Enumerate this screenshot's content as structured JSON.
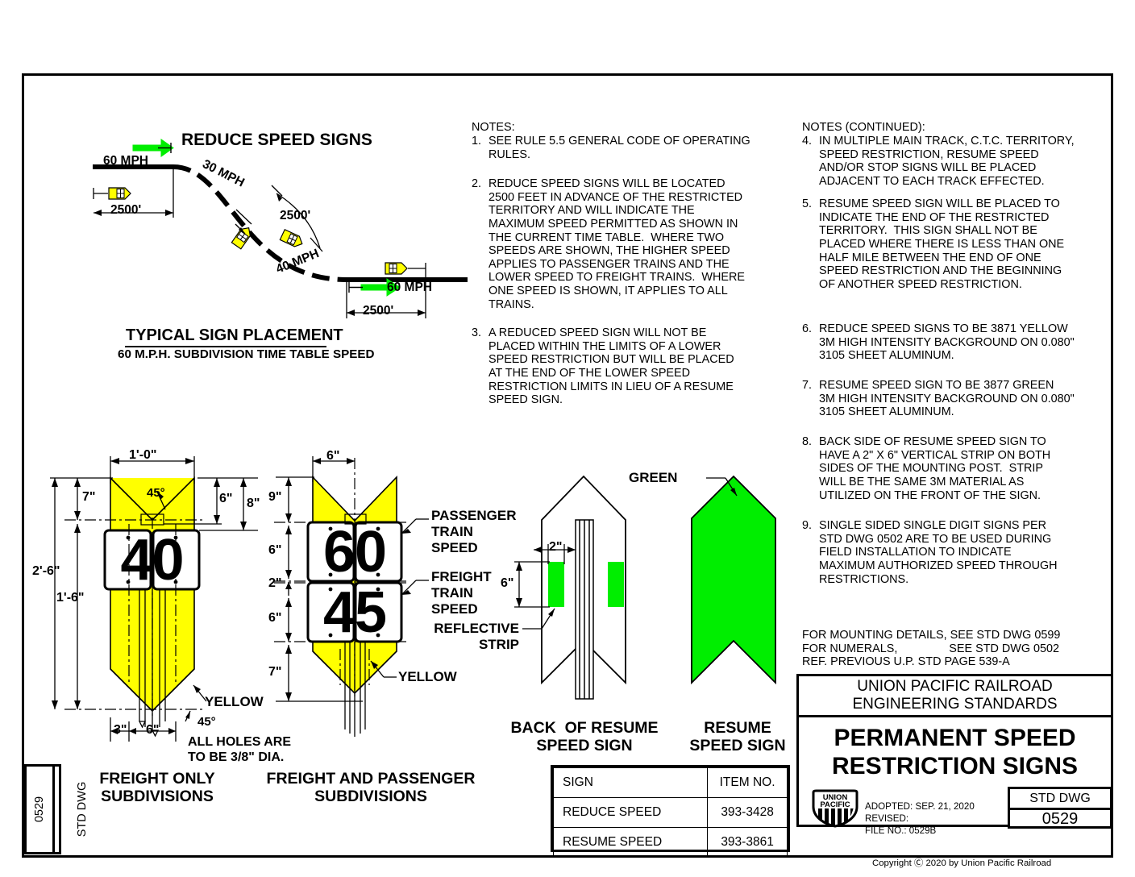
{
  "colors": {
    "yellow": "#FFFF00",
    "green": "#00EE00",
    "ink": "#000000",
    "paper": "#FFFFFF"
  },
  "plan": {
    "title": "REDUCE SPEED SIGNS",
    "caption_line1": "TYPICAL SIGN PLACEMENT",
    "caption_line2": "60 M.P.H. SUBDIVISION TIME TABLE SPEED",
    "label_speed_left": "60 MPH",
    "label_speed_curve_top": "30 MPH",
    "label_speed_curve_bottom": "40 MPH",
    "label_speed_right": "60 MPH",
    "dim_left": "2500'",
    "dim_mid": "2500'",
    "dim_right": "2500'"
  },
  "notes_left": {
    "heading": "NOTES:",
    "items": [
      {
        "num": "1.",
        "text": "SEE RULE 5.5 GENERAL CODE OF OPERATING\nRULES."
      },
      {
        "num": "2.",
        "text": "REDUCE SPEED SIGNS WILL BE LOCATED\n2500 FEET IN ADVANCE OF THE RESTRICTED\nTERRITORY AND WILL INDICATE THE\nMAXIMUM SPEED PERMITTED AS SHOWN IN\nTHE CURRENT TIME TABLE.  WHERE TWO\nSPEEDS ARE SHOWN, THE HIGHER SPEED\nAPPLIES TO PASSENGER TRAINS AND THE\nLOWER SPEED TO FREIGHT TRAINS.  WHERE\nONE SPEED IS SHOWN, IT APPLIES TO ALL\nTRAINS."
      },
      {
        "num": "3.",
        "text": "A REDUCED SPEED SIGN WILL NOT BE\nPLACED WITHIN THE LIMITS OF A LOWER\nSPEED RESTRICTION BUT WILL BE PLACED\nAT THE END OF THE LOWER SPEED\nRESTRICTION LIMITS IN LIEU OF A RESUME\nSPEED SIGN."
      }
    ]
  },
  "notes_right": {
    "heading": "NOTES (CONTINUED):",
    "items": [
      {
        "num": "4.",
        "text": "IN MULTIPLE MAIN TRACK, C.T.C. TERRITORY,\nSPEED RESTRICTION, RESUME SPEED\nAND/OR STOP SIGNS WILL BE PLACED\nADJACENT TO EACH TRACK EFFECTED."
      },
      {
        "num": "5.",
        "text": "RESUME SPEED SIGN WILL BE PLACED TO\nINDICATE THE END OF THE RESTRICTED\nTERRITORY.  THIS SIGN SHALL NOT BE\nPLACED WHERE THERE IS LESS THAN ONE\nHALF MILE BETWEEN THE END OF ONE\nSPEED RESTRICTION AND THE BEGINNING\nOF ANOTHER SPEED RESTRICTION."
      },
      {
        "num": "6.",
        "text": "REDUCE SPEED SIGNS TO BE 3871 YELLOW\n3M HIGH INTENSITY BACKGROUND ON 0.080\"\n3105 SHEET ALUMINUM."
      },
      {
        "num": "7.",
        "text": "RESUME SPEED SIGN TO BE 3877 GREEN\n3M HIGH INTENSITY BACKGROUND ON 0.080\"\n3105 SHEET ALUMINUM."
      },
      {
        "num": "8.",
        "text": "BACK SIDE OF RESUME SPEED SIGN TO\nHAVE A 2\" X 6\" VERTICAL STRIP ON BOTH\nSIDES OF THE MOUNTING POST.  STRIP\nWILL BE THE SAME 3M MATERIAL AS\nUTILIZED ON THE FRONT OF THE SIGN."
      },
      {
        "num": "9.",
        "text": "SINGLE SIDED SINGLE DIGIT SIGNS PER\nSTD DWG 0502 ARE TO BE USED DURING\nFIELD INSTALLATION TO INDICATE\nMAXIMUM AUTHORIZED SPEED THROUGH\nRESTRICTIONS."
      }
    ],
    "refs": "FOR MOUNTING DETAILS, SEE STD DWG 0599\nFOR NUMERALS,                SEE STD DWG 0502\nREF. PREVIOUS U.P. STD PAGE 539-A"
  },
  "detail_freight_only": {
    "caption": "FREIGHT ONLY\nSUBDIVISIONS",
    "speed_digits": "40",
    "dim_width": "1'-0\"",
    "dim_angle_top": "45°",
    "dim_angle_bottom": "45°",
    "dim_7": "7\"",
    "dim_6": "6\"",
    "dim_8": "8\"",
    "dim_total": "2'-6\"",
    "dim_1_6": "1'-6\"",
    "dim_3": "3\"",
    "dim_6b": "6\"",
    "label_yellow": "YELLOW",
    "note_holes": "ALL HOLES ARE\nTO BE 3/8\" DIA."
  },
  "detail_freight_passenger": {
    "caption": "FREIGHT AND PASSENGER\nSUBDIVISIONS",
    "speed_top": "60",
    "speed_bottom": "45",
    "dim_width": "6\"",
    "dim_9": "9\"",
    "dim_6a": "6\"",
    "dim_2": "2\"",
    "dim_6b": "6\"",
    "dim_7": "7\"",
    "label_passenger": "PASSENGER\nTRAIN\nSPEED",
    "label_freight": "FREIGHT\nTRAIN\nSPEED",
    "label_yellow": "YELLOW"
  },
  "detail_back_resume": {
    "caption": "BACK  OF RESUME\nSPEED SIGN",
    "dim_2": "2\"",
    "dim_6": "6\"",
    "label_reflective": "REFLECTIVE\nSTRIP"
  },
  "detail_resume": {
    "caption": "RESUME\nSPEED SIGN",
    "label_green": "GREEN"
  },
  "item_table": {
    "headers": [
      "SIGN",
      "ITEM NO."
    ],
    "rows": [
      [
        "REDUCE SPEED",
        "393-3428"
      ],
      [
        "RESUME SPEED",
        "393-3861"
      ]
    ]
  },
  "title_block": {
    "company_line1": "UNION PACIFIC RAILROAD",
    "company_line2": "ENGINEERING STANDARDS",
    "drawing_title_line1": "PERMANENT SPEED",
    "drawing_title_line2": "RESTRICTION SIGNS",
    "adopted": "ADOPTED: SEP. 21, 2020",
    "revised": "REVISED:",
    "file_no": "FILE NO.: 0529B",
    "std_dwg_label": "STD DWG",
    "std_dwg_number": "0529",
    "logo_line1": "UNION",
    "logo_line2": "PACIFIC"
  },
  "left_tab": {
    "label": "STD DWG",
    "number": "0529"
  },
  "copyright": "Copyright Ⓒ 2020 by Union Pacific Railroad"
}
